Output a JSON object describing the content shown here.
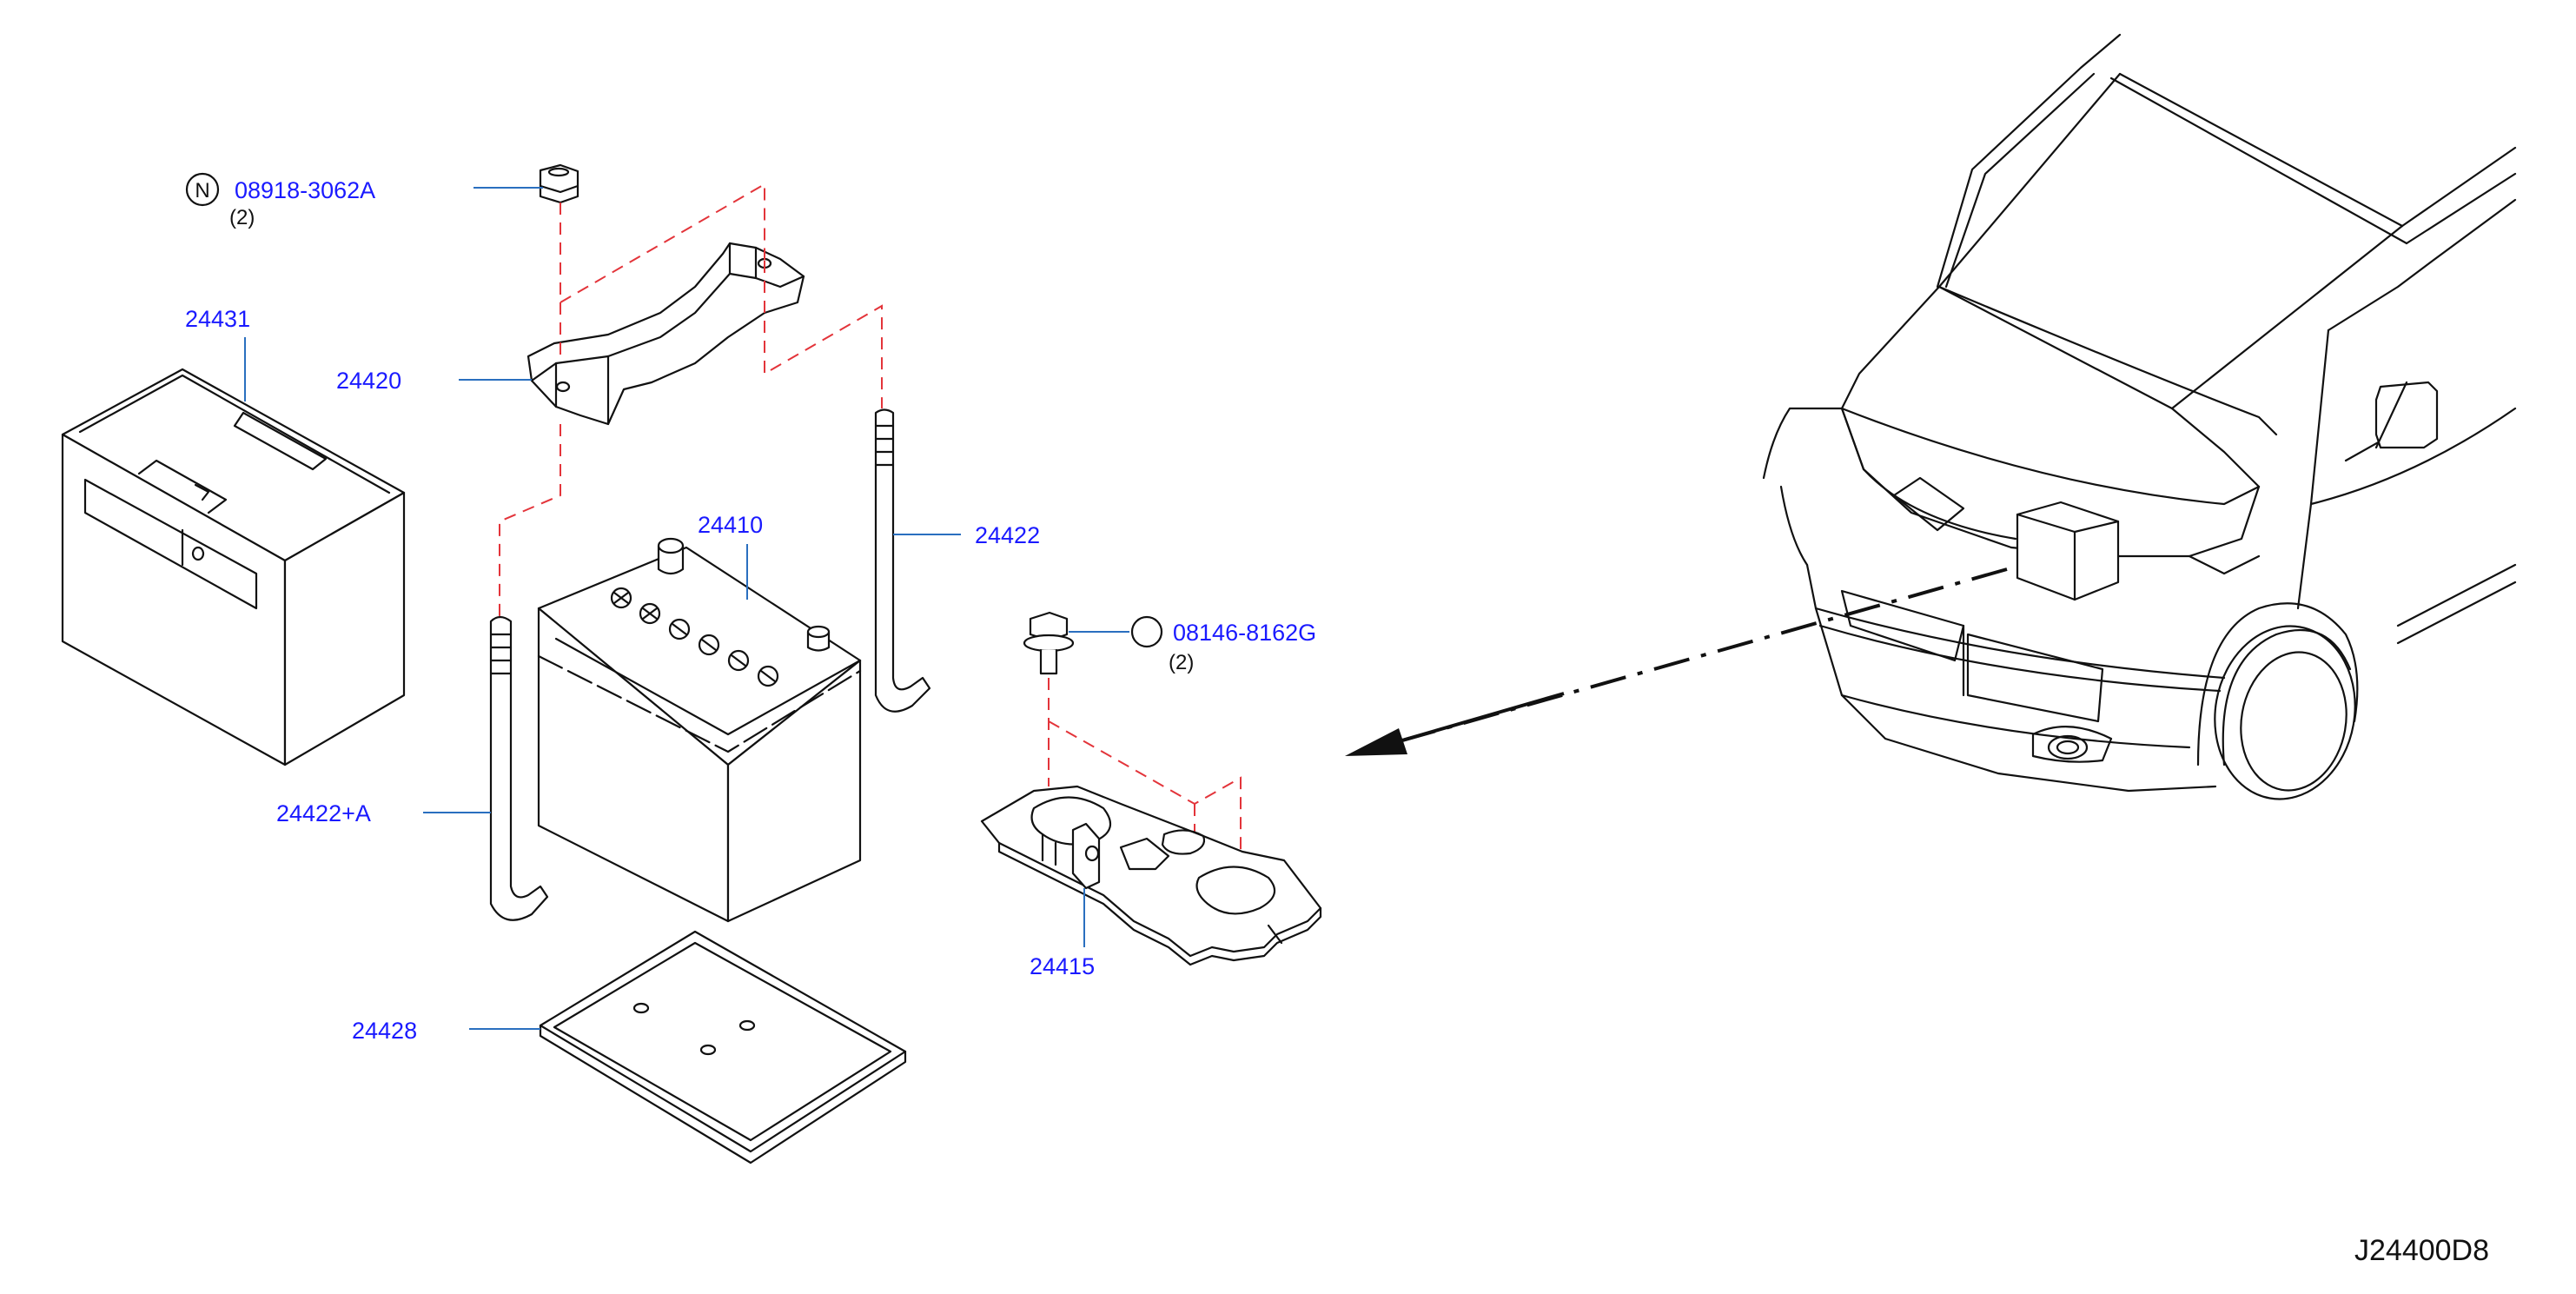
{
  "colors": {
    "callout_text": "#1a1aff",
    "leader_line": "#2a6fbf",
    "dashed_guide": "#e3343a",
    "line_art": "#111111",
    "background": "#ffffff"
  },
  "callouts": {
    "nut_part": "08918-3062A",
    "nut_qty": "(2)",
    "nut_symbol": "N",
    "cover": "24431",
    "frame": "24420",
    "battery": "24410",
    "rod": "24422",
    "rod_alt": "24422+A",
    "bolt_part": "08146-8162G",
    "bolt_qty": "(2)",
    "tray": "24415",
    "seat": "24428"
  },
  "diagram_code": "J24400D8",
  "icons": {
    "nut": "hex-flange-nut-icon",
    "bolt": "flange-bolt-icon",
    "vehicle": "van-front-view-icon",
    "location_arrow": "arrow-left-icon"
  }
}
